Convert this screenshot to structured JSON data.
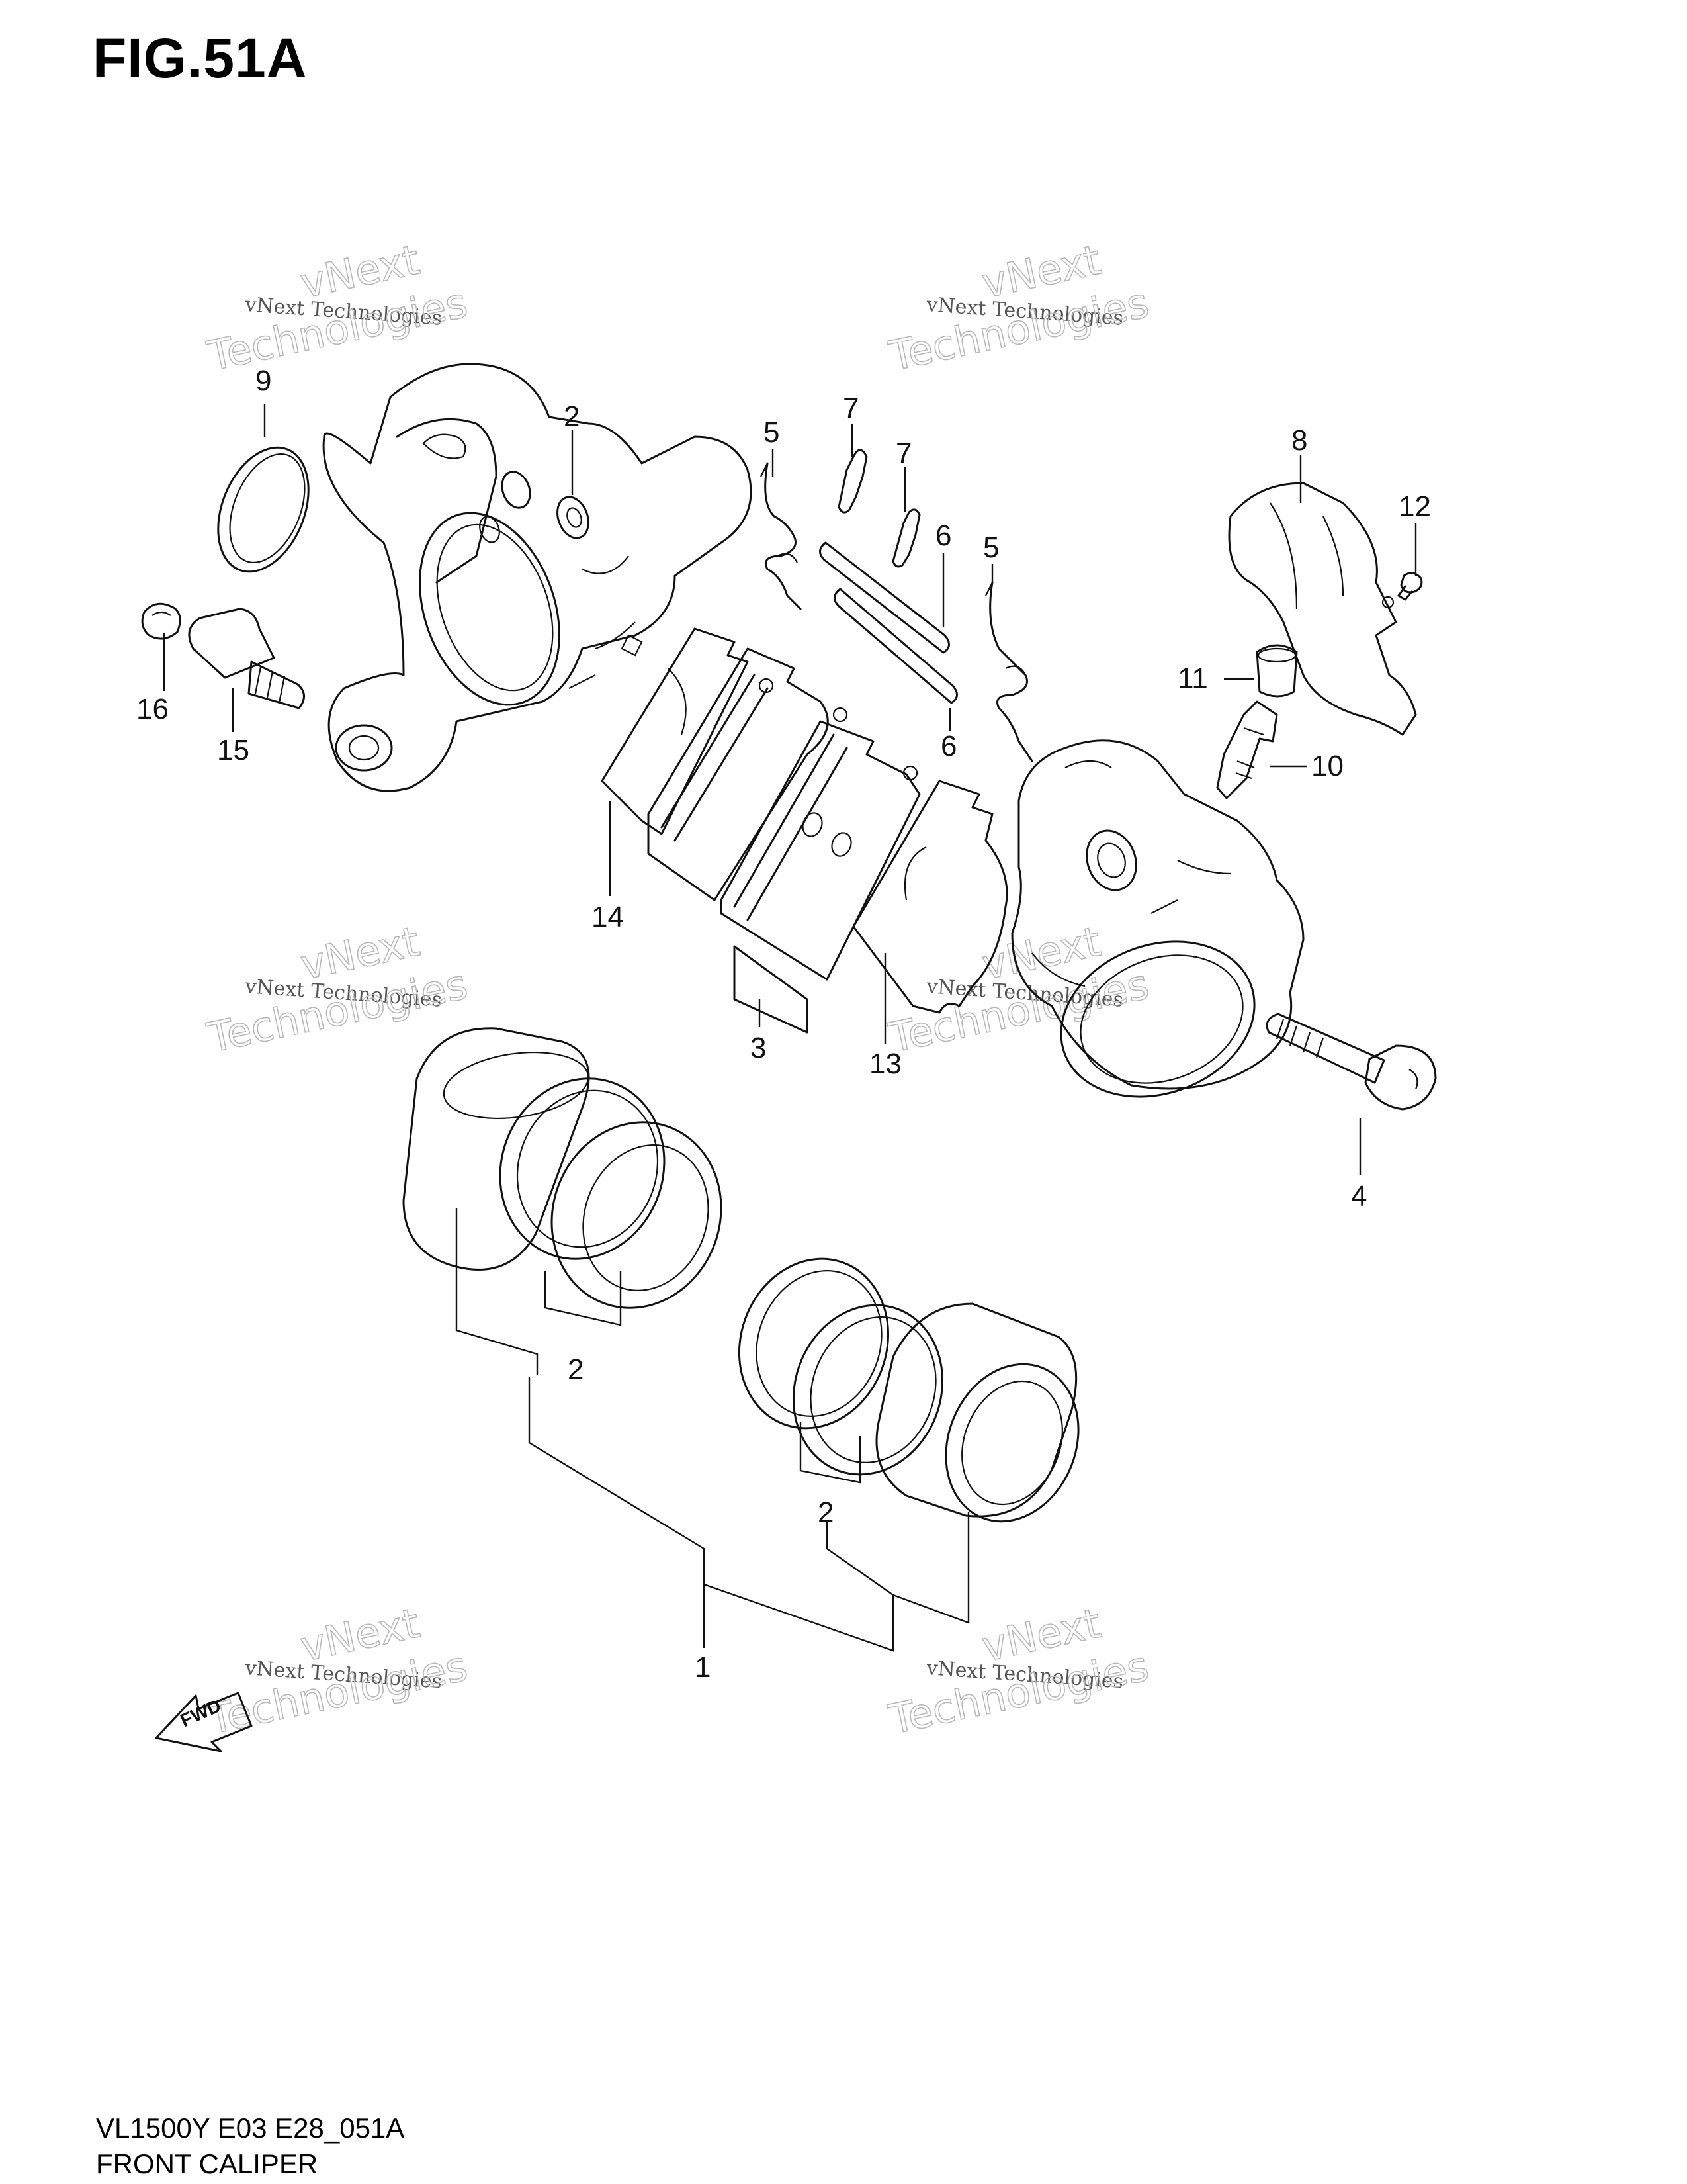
{
  "figure": {
    "title": "FIG.51A"
  },
  "footer": {
    "model_code": "VL1500Y E03 E28_051A",
    "name": "FRONT CALIPER"
  },
  "watermark": {
    "line1": "vNext Technologies",
    "line2": "vNext",
    "line3": "Technologies"
  },
  "fwd_label": "FWD",
  "callouts": {
    "c1": "1",
    "c2a": "2",
    "c2b": "2",
    "c2c": "2",
    "c3": "3",
    "c4": "4",
    "c5a": "5",
    "c5b": "5",
    "c6a": "6",
    "c6b": "6",
    "c7a": "7",
    "c7b": "7",
    "c8": "8",
    "c9": "9",
    "c10": "10",
    "c11": "11",
    "c12": "12",
    "c13": "13",
    "c14": "14",
    "c15": "15",
    "c16": "16"
  }
}
